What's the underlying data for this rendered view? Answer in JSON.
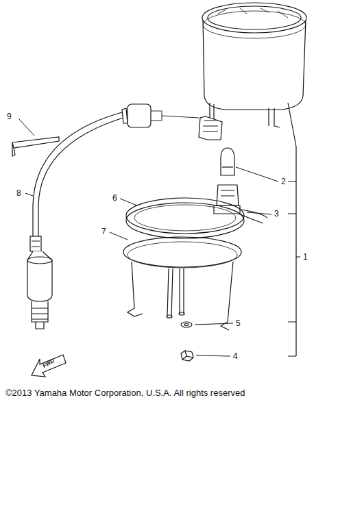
{
  "diagram": {
    "labels": [
      "9",
      "8",
      "6",
      "7",
      "2",
      "3",
      "1",
      "5",
      "4",
      "FWD",
      "©2013 Yamaha Motor Corporation, U.S.A. All rights reserved"
    ]
  }
}
